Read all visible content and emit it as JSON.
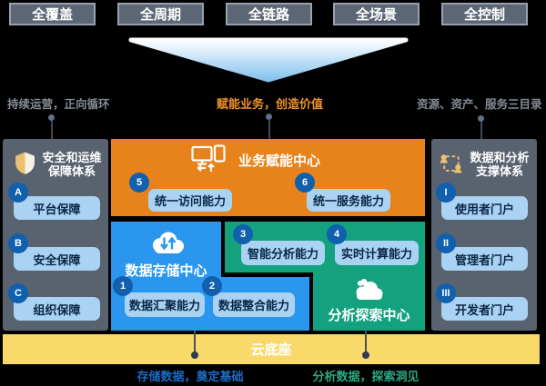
{
  "colors": {
    "background": "#000000",
    "tab_fill": "#5c6674",
    "tab_border": "#98a2ae",
    "funnel_top": "#ffffff",
    "funnel_bottom": "#85c2ef",
    "side_label_text": "#838b95",
    "center_label_text": "#f09228",
    "panel_fill": "#59626f",
    "orange_box": "#e8831c",
    "blue_box": "#2b96ee",
    "green_box": "#13a17e",
    "light_button": "#a9d2f3",
    "light_button_text": "#0b2743",
    "badge": "#1060ae",
    "yellow_bar": "#f8d96a",
    "bottom_left_text": "#1a6cc5",
    "bottom_right_text": "#2bab85",
    "icon_gold": "#e9c172"
  },
  "top_tabs": [
    {
      "label": "全覆盖"
    },
    {
      "label": "全周期"
    },
    {
      "label": "全链路"
    },
    {
      "label": "全场景"
    },
    {
      "label": "全控制"
    }
  ],
  "mid_labels": {
    "left": "持续运营，正向循环",
    "center": "赋能业务，创造价值",
    "right": "资源、资产、服务三目录"
  },
  "left_panel": {
    "title_line1": "安全和运维",
    "title_line2": "保障体系",
    "items": [
      {
        "badge": "A",
        "label": "平台保障"
      },
      {
        "badge": "B",
        "label": "安全保障"
      },
      {
        "badge": "C",
        "label": "组织保障"
      }
    ]
  },
  "right_panel": {
    "title_line1": "数据和分析",
    "title_line2": "支撑体系",
    "items": [
      {
        "badge": "I",
        "label": "使用者门户"
      },
      {
        "badge": "II",
        "label": "管理者门户"
      },
      {
        "badge": "III",
        "label": "开发者门户"
      }
    ]
  },
  "business_center": {
    "title": "业务赋能中心",
    "items": [
      {
        "badge": "5",
        "label": "统一访问能力"
      },
      {
        "badge": "6",
        "label": "统一服务能力"
      }
    ]
  },
  "storage_center": {
    "title": "数据存储中心",
    "items": [
      {
        "badge": "1",
        "label": "数据汇聚能力"
      },
      {
        "badge": "2",
        "label": "数据整合能力"
      }
    ]
  },
  "analysis_center": {
    "title": "分析探索中心",
    "items": [
      {
        "badge": "3",
        "label": "智能分析能力"
      },
      {
        "badge": "4",
        "label": "实时计算能力"
      }
    ]
  },
  "cloud_base": {
    "label": "云底座"
  },
  "bottom_labels": {
    "left": "存储数据，奠定基础",
    "right": "分析数据，探索洞见"
  }
}
